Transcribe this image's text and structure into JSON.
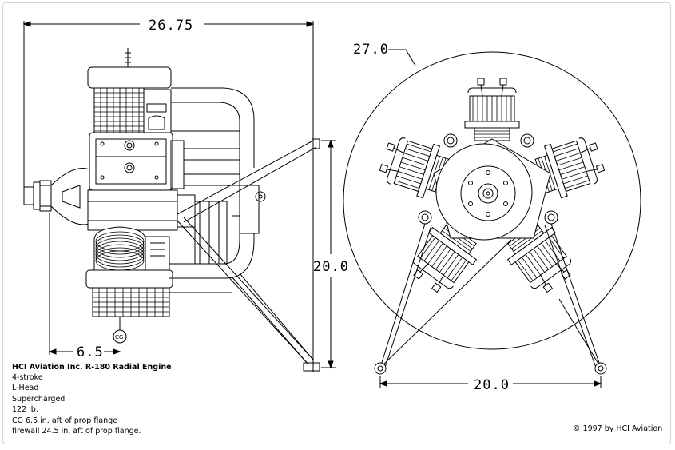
{
  "dimensions": {
    "side_length": "26.75",
    "cg_distance": "6.5",
    "mount_height": "20.0",
    "diameter": "27.0",
    "mount_width": "20.0"
  },
  "labels": {
    "cg": "CG"
  },
  "specs": {
    "title": "HCI Aviation Inc. R-180 Radial Engine",
    "lines": [
      "4-stroke",
      "L-Head",
      "Supercharged",
      "122 lb.",
      "CG 6.5 in. aft of prop flange",
      "firewall 24.5 in. aft of prop flange."
    ]
  },
  "copyright": "© 1997 by HCI Aviation"
}
